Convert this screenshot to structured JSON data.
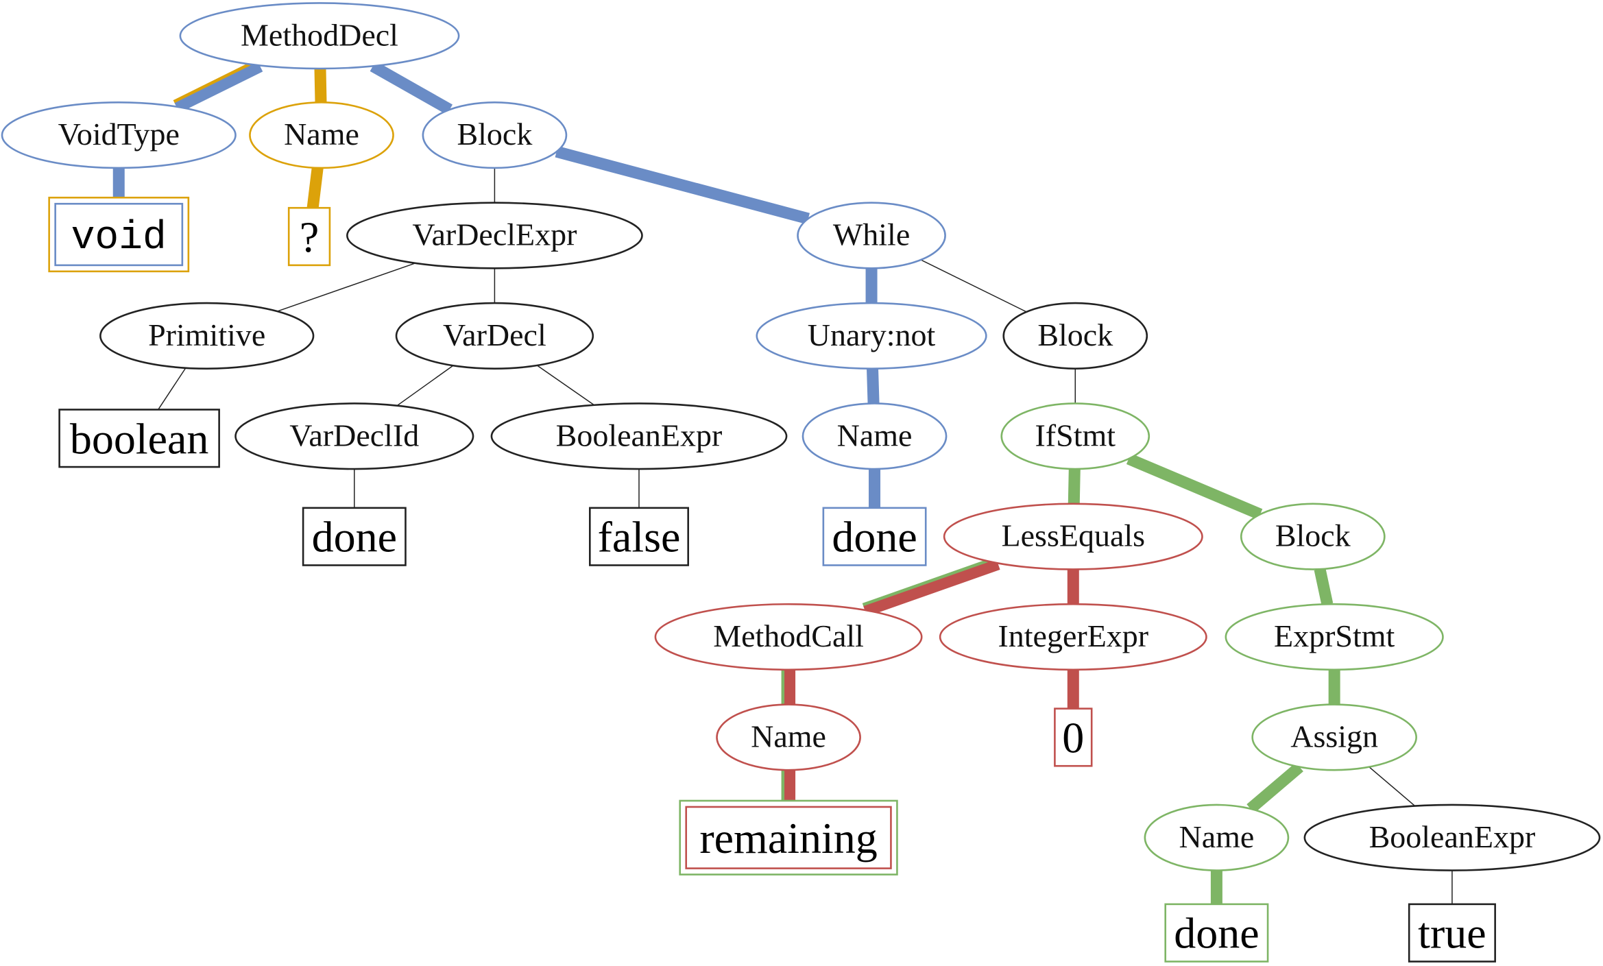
{
  "colors": {
    "black": "#222222",
    "blue": "#6a8cc6",
    "orange": "#dca20a",
    "red": "#c0504d",
    "green": "#7eb565"
  },
  "nodes": [
    {
      "id": "n1",
      "label": "MethodDecl",
      "kind": "ellipse",
      "color": "blue"
    },
    {
      "id": "n2",
      "label": "VoidType",
      "kind": "ellipse",
      "color": "blue"
    },
    {
      "id": "n3",
      "label": "void",
      "kind": "box",
      "color": "blue",
      "outer": "orange",
      "mono": true
    },
    {
      "id": "n4",
      "label": "Name",
      "kind": "ellipse",
      "color": "orange"
    },
    {
      "id": "n5",
      "label": "?",
      "kind": "box",
      "color": "orange"
    },
    {
      "id": "n6",
      "label": "Block",
      "kind": "ellipse",
      "color": "blue"
    },
    {
      "id": "n7",
      "label": "VarDeclExpr",
      "kind": "ellipse",
      "color": "black"
    },
    {
      "id": "n8",
      "label": "Primitive",
      "kind": "ellipse",
      "color": "black"
    },
    {
      "id": "n9",
      "label": "boolean",
      "kind": "box",
      "color": "black"
    },
    {
      "id": "n10",
      "label": "VarDecl",
      "kind": "ellipse",
      "color": "black"
    },
    {
      "id": "n11",
      "label": "VarDeclId",
      "kind": "ellipse",
      "color": "black"
    },
    {
      "id": "n12",
      "label": "done",
      "kind": "box",
      "color": "black"
    },
    {
      "id": "n13",
      "label": "BooleanExpr",
      "kind": "ellipse",
      "color": "black"
    },
    {
      "id": "n14",
      "label": "false",
      "kind": "box",
      "color": "black"
    },
    {
      "id": "n15",
      "label": "While",
      "kind": "ellipse",
      "color": "blue"
    },
    {
      "id": "n16",
      "label": "Unary:not",
      "kind": "ellipse",
      "color": "blue"
    },
    {
      "id": "n17",
      "label": "Name",
      "kind": "ellipse",
      "color": "blue"
    },
    {
      "id": "n18",
      "label": "done",
      "kind": "box",
      "color": "blue"
    },
    {
      "id": "n19",
      "label": "Block",
      "kind": "ellipse",
      "color": "black"
    },
    {
      "id": "n20",
      "label": "IfStmt",
      "kind": "ellipse",
      "color": "green"
    },
    {
      "id": "n21",
      "label": "LessEquals",
      "kind": "ellipse",
      "color": "red"
    },
    {
      "id": "n22",
      "label": "MethodCall",
      "kind": "ellipse",
      "color": "red"
    },
    {
      "id": "n23",
      "label": "Name",
      "kind": "ellipse",
      "color": "red"
    },
    {
      "id": "n24",
      "label": "remaining",
      "kind": "box",
      "color": "red",
      "outer": "green"
    },
    {
      "id": "n25",
      "label": "IntegerExpr",
      "kind": "ellipse",
      "color": "red"
    },
    {
      "id": "n26",
      "label": "0",
      "kind": "box",
      "color": "red"
    },
    {
      "id": "n27",
      "label": "Block",
      "kind": "ellipse",
      "color": "green"
    },
    {
      "id": "n28",
      "label": "ExprStmt",
      "kind": "ellipse",
      "color": "green"
    },
    {
      "id": "n29",
      "label": "Assign",
      "kind": "ellipse",
      "color": "green"
    },
    {
      "id": "n30",
      "label": "Name",
      "kind": "ellipse",
      "color": "green"
    },
    {
      "id": "n31",
      "label": "done",
      "kind": "box",
      "color": "green"
    },
    {
      "id": "n32",
      "label": "BooleanExpr",
      "kind": "ellipse",
      "color": "black"
    },
    {
      "id": "n33",
      "label": "true",
      "kind": "box",
      "color": "black"
    }
  ],
  "edges": [
    {
      "from": "n1",
      "to": "n2",
      "style": "thick",
      "colors": [
        "orange",
        "blue"
      ]
    },
    {
      "from": "n2",
      "to": "n3",
      "style": "thick",
      "colors": [
        "blue"
      ]
    },
    {
      "from": "n1",
      "to": "n4",
      "style": "thick",
      "colors": [
        "orange"
      ]
    },
    {
      "from": "n4",
      "to": "n5",
      "style": "thick",
      "colors": [
        "orange"
      ]
    },
    {
      "from": "n1",
      "to": "n6",
      "style": "thick",
      "colors": [
        "blue"
      ]
    },
    {
      "from": "n6",
      "to": "n7",
      "style": "thin",
      "colors": [
        "black"
      ]
    },
    {
      "from": "n7",
      "to": "n8",
      "style": "thin",
      "colors": [
        "black"
      ]
    },
    {
      "from": "n8",
      "to": "n9",
      "style": "thin",
      "colors": [
        "black"
      ]
    },
    {
      "from": "n7",
      "to": "n10",
      "style": "thin",
      "colors": [
        "black"
      ]
    },
    {
      "from": "n10",
      "to": "n11",
      "style": "thin",
      "colors": [
        "black"
      ]
    },
    {
      "from": "n11",
      "to": "n12",
      "style": "thin",
      "colors": [
        "black"
      ]
    },
    {
      "from": "n10",
      "to": "n13",
      "style": "thin",
      "colors": [
        "black"
      ]
    },
    {
      "from": "n13",
      "to": "n14",
      "style": "thin",
      "colors": [
        "black"
      ]
    },
    {
      "from": "n6",
      "to": "n15",
      "style": "thick",
      "colors": [
        "blue"
      ]
    },
    {
      "from": "n15",
      "to": "n16",
      "style": "thick",
      "colors": [
        "blue"
      ]
    },
    {
      "from": "n16",
      "to": "n17",
      "style": "thick",
      "colors": [
        "blue"
      ]
    },
    {
      "from": "n17",
      "to": "n18",
      "style": "thick",
      "colors": [
        "blue"
      ]
    },
    {
      "from": "n15",
      "to": "n19",
      "style": "thin",
      "colors": [
        "black"
      ]
    },
    {
      "from": "n19",
      "to": "n20",
      "style": "thin",
      "colors": [
        "black"
      ]
    },
    {
      "from": "n20",
      "to": "n21",
      "style": "thick",
      "colors": [
        "green"
      ]
    },
    {
      "from": "n21",
      "to": "n22",
      "style": "thick",
      "colors": [
        "green",
        "red"
      ]
    },
    {
      "from": "n22",
      "to": "n23",
      "style": "thick",
      "colors": [
        "green",
        "red"
      ]
    },
    {
      "from": "n23",
      "to": "n24",
      "style": "thick",
      "colors": [
        "green",
        "red"
      ]
    },
    {
      "from": "n21",
      "to": "n25",
      "style": "thick",
      "colors": [
        "red"
      ]
    },
    {
      "from": "n25",
      "to": "n26",
      "style": "thick",
      "colors": [
        "red"
      ]
    },
    {
      "from": "n20",
      "to": "n27",
      "style": "thick",
      "colors": [
        "green"
      ]
    },
    {
      "from": "n27",
      "to": "n28",
      "style": "thick",
      "colors": [
        "green"
      ]
    },
    {
      "from": "n28",
      "to": "n29",
      "style": "thick",
      "colors": [
        "green"
      ]
    },
    {
      "from": "n29",
      "to": "n30",
      "style": "thick",
      "colors": [
        "green"
      ]
    },
    {
      "from": "n30",
      "to": "n31",
      "style": "thick",
      "colors": [
        "green"
      ]
    },
    {
      "from": "n29",
      "to": "n32",
      "style": "thin",
      "colors": [
        "black"
      ]
    },
    {
      "from": "n32",
      "to": "n33",
      "style": "thin",
      "colors": [
        "black"
      ]
    }
  ]
}
